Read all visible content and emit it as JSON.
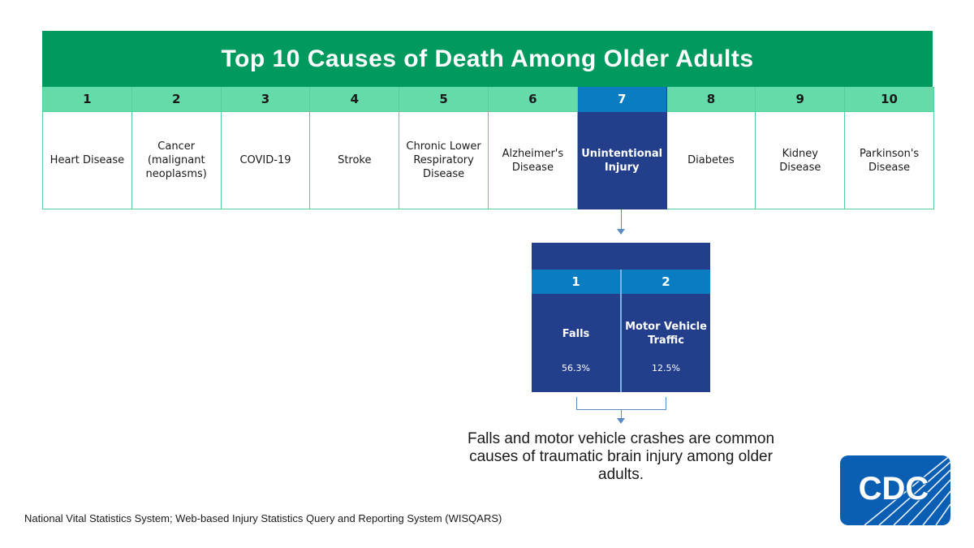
{
  "title": "Top 10 Causes of Death Among Older Adults",
  "causes": [
    {
      "rank": "1",
      "name": "Heart Disease"
    },
    {
      "rank": "2",
      "name": "Cancer (malignant neoplasms)"
    },
    {
      "rank": "3",
      "name": "COVID-19"
    },
    {
      "rank": "4",
      "name": "Stroke"
    },
    {
      "rank": "5",
      "name": "Chronic Lower Respiratory Disease"
    },
    {
      "rank": "6",
      "name": "Alzheimer's Disease"
    },
    {
      "rank": "7",
      "name": "Unintentional Injury"
    },
    {
      "rank": "8",
      "name": "Diabetes"
    },
    {
      "rank": "9",
      "name": "Kidney Disease"
    },
    {
      "rank": "10",
      "name": "Parkinson's Disease"
    }
  ],
  "highlight_rank": "7",
  "injury_breakdown": [
    {
      "rank": "1",
      "name": "Falls",
      "percent": "56.3%"
    },
    {
      "rank": "2",
      "name": "Motor Vehicle Traffic",
      "percent": "12.5%"
    }
  ],
  "note": "Falls and motor vehicle crashes are common causes of traumatic brain injury among older adults.",
  "source": "National Vital Statistics System; Web-based Injury Statistics Query and Reporting System (WISQARS)",
  "logo_text": "CDC",
  "colors": {
    "title_green": "#009a5e",
    "light_green": "#64dba9",
    "navy": "#233f8c",
    "blue": "#0a7cc1",
    "connector": "#5a8bc6"
  }
}
